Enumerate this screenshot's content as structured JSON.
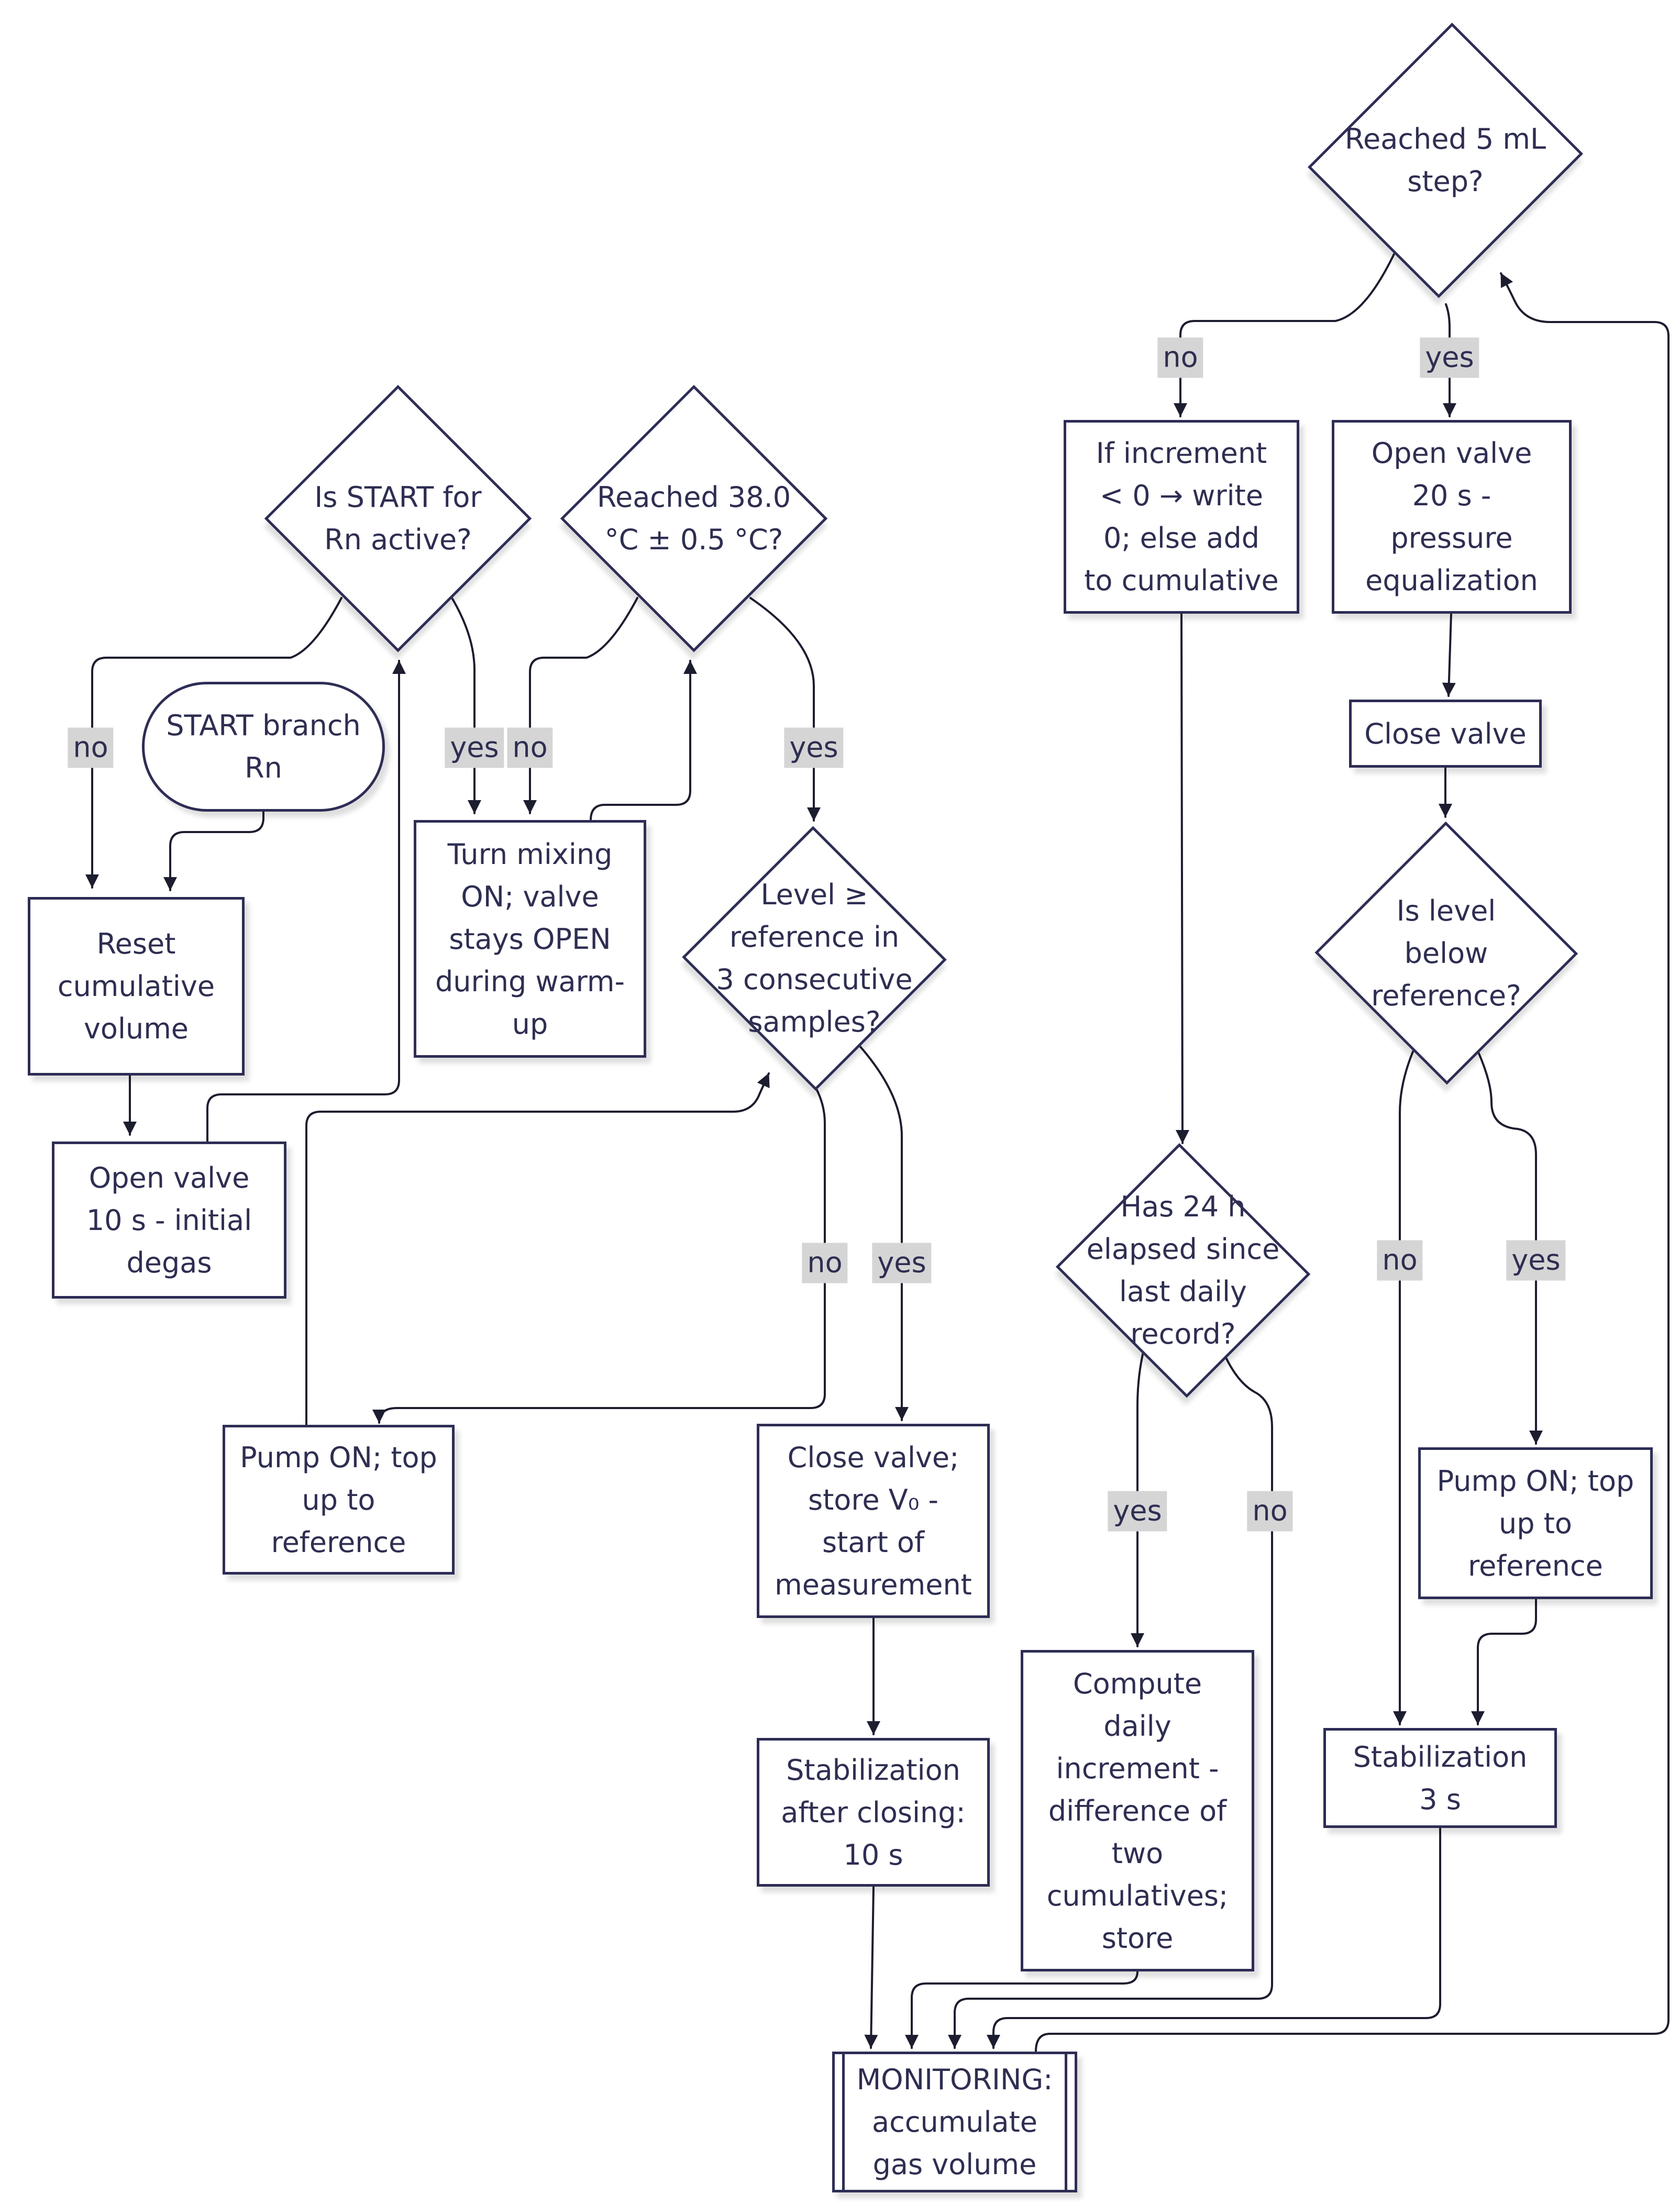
{
  "colors": {
    "background": "#ffffff",
    "node_fill": "#ffffff",
    "node_border": "#2d2d55",
    "text": "#2e2e52",
    "edge_line": "#1d1d30",
    "edge_label_bg": "#d5d5d5"
  },
  "diagram_type": "flowchart",
  "nodes": {
    "d_start_check": {
      "label": "Is START for\nRn active?",
      "shape": "diamond"
    },
    "d_temp": {
      "label": "Reached 38.0\n°C ± 0.5 °C?",
      "shape": "diamond"
    },
    "start": {
      "label": "START branch\nRn",
      "shape": "stadium"
    },
    "reset": {
      "label": "Reset\ncumulative\nvolume",
      "shape": "rect"
    },
    "mixing": {
      "label": "Turn mixing\nON; valve\nstays OPEN\nduring warm-\nup",
      "shape": "rect"
    },
    "degas": {
      "label": "Open valve\n10 s - initial\ndegas",
      "shape": "rect"
    },
    "d_level3": {
      "label": "Level ≥\nreference in\n3 consecutive\nsamples?",
      "shape": "diamond"
    },
    "pump_left": {
      "label": "Pump ON; top\nup to\nreference",
      "shape": "rect"
    },
    "close_store": {
      "label": "Close valve;\nstore V₀ -\nstart of\nmeasurement",
      "shape": "rect"
    },
    "stab10": {
      "label": "Stabilization\nafter closing:\n10 s",
      "shape": "rect"
    },
    "monitoring": {
      "label": "MONITORING:\naccumulate\ngas volume",
      "shape": "subroutine"
    },
    "d_step": {
      "label": "Reached 5 mL\nstep?",
      "shape": "diamond"
    },
    "increment": {
      "label": "If increment\n< 0 → write\n0; else add\nto cumulative",
      "shape": "rect"
    },
    "open20": {
      "label": "Open valve\n20 s -\npressure\nequalization",
      "shape": "rect"
    },
    "close_valve": {
      "label": "Close valve",
      "shape": "rect"
    },
    "d_below": {
      "label": "Is level\nbelow\nreference?",
      "shape": "diamond"
    },
    "d_24h": {
      "label": "Has 24 h\nelapsed since\nlast daily\nrecord?",
      "shape": "diamond"
    },
    "pump_right": {
      "label": "Pump ON; top\nup to\nreference",
      "shape": "rect"
    },
    "daily": {
      "label": "Compute\ndaily\nincrement -\ndifference of\ntwo\ncumulatives;\nstore",
      "shape": "rect"
    },
    "stab3": {
      "label": "Stabilization\n3 s",
      "shape": "rect"
    }
  },
  "edges": [
    {
      "from": "d_start_check",
      "to": "reset",
      "label": "no"
    },
    {
      "from": "d_start_check",
      "to": "mixing",
      "label": "yes"
    },
    {
      "from": "d_temp",
      "to": "mixing",
      "label": "no"
    },
    {
      "from": "d_temp",
      "to": "d_level3",
      "label": "yes"
    },
    {
      "from": "start",
      "to": "reset",
      "label": ""
    },
    {
      "from": "reset",
      "to": "degas",
      "label": ""
    },
    {
      "from": "degas",
      "to": "d_start_check",
      "label": ""
    },
    {
      "from": "mixing",
      "to": "d_temp",
      "label": ""
    },
    {
      "from": "d_level3",
      "to": "pump_left",
      "label": "no"
    },
    {
      "from": "pump_left",
      "to": "d_level3",
      "label": ""
    },
    {
      "from": "d_level3",
      "to": "close_store",
      "label": "yes"
    },
    {
      "from": "close_store",
      "to": "stab10",
      "label": ""
    },
    {
      "from": "stab10",
      "to": "monitoring",
      "label": ""
    },
    {
      "from": "d_step",
      "to": "increment",
      "label": "no"
    },
    {
      "from": "d_step",
      "to": "open20",
      "label": "yes"
    },
    {
      "from": "open20",
      "to": "close_valve",
      "label": ""
    },
    {
      "from": "close_valve",
      "to": "d_below",
      "label": ""
    },
    {
      "from": "d_below",
      "to": "stab3",
      "label": "no"
    },
    {
      "from": "d_below",
      "to": "pump_right",
      "label": "yes"
    },
    {
      "from": "pump_right",
      "to": "stab3",
      "label": ""
    },
    {
      "from": "increment",
      "to": "d_24h",
      "label": ""
    },
    {
      "from": "d_24h",
      "to": "daily",
      "label": "yes"
    },
    {
      "from": "d_24h",
      "to": "monitoring",
      "label": "no"
    },
    {
      "from": "daily",
      "to": "monitoring",
      "label": ""
    },
    {
      "from": "stab3",
      "to": "monitoring",
      "label": ""
    },
    {
      "from": "monitoring",
      "to": "d_step",
      "label": ""
    }
  ]
}
